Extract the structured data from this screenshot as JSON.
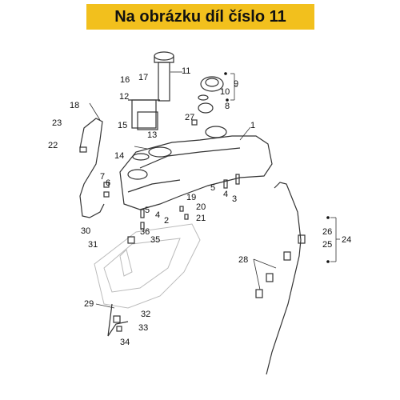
{
  "banner": {
    "text": "Na obrázku díl číslo 11",
    "color": "#f2c01d"
  },
  "callouts": [
    "1",
    "2",
    "3",
    "4",
    "5",
    "6",
    "7",
    "8",
    "9",
    "10",
    "11",
    "12",
    "13",
    "14",
    "15",
    "16",
    "17",
    "18",
    "19",
    "20",
    "21",
    "22",
    "23",
    "24",
    "25",
    "26",
    "27",
    "28",
    "29",
    "30",
    "31",
    "32",
    "33",
    "34",
    "35",
    "36",
    "4",
    "5"
  ]
}
